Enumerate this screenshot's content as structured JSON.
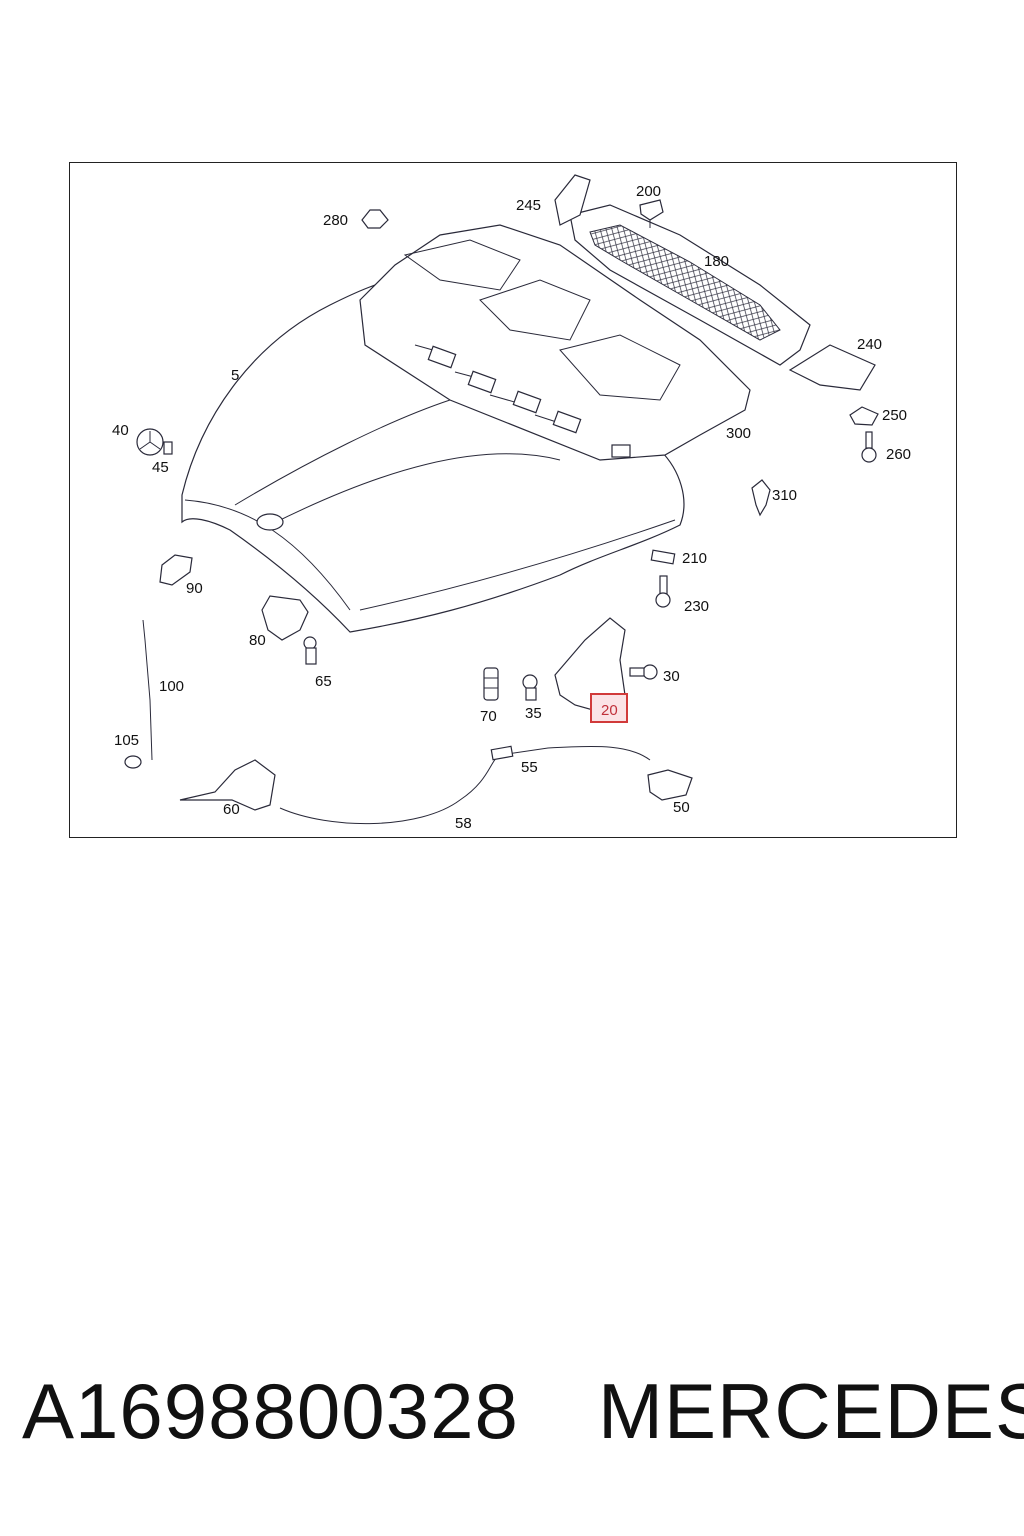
{
  "diagram": {
    "highlighted_callout": "20",
    "callouts": [
      {
        "id": "5",
        "label": "5"
      },
      {
        "id": "20",
        "label": "20"
      },
      {
        "id": "30",
        "label": "30"
      },
      {
        "id": "35",
        "label": "35"
      },
      {
        "id": "40",
        "label": "40"
      },
      {
        "id": "45",
        "label": "45"
      },
      {
        "id": "50",
        "label": "50"
      },
      {
        "id": "55",
        "label": "55"
      },
      {
        "id": "58",
        "label": "58"
      },
      {
        "id": "60",
        "label": "60"
      },
      {
        "id": "65",
        "label": "65"
      },
      {
        "id": "70",
        "label": "70"
      },
      {
        "id": "80",
        "label": "80"
      },
      {
        "id": "90",
        "label": "90"
      },
      {
        "id": "100",
        "label": "100"
      },
      {
        "id": "105",
        "label": "105"
      },
      {
        "id": "180",
        "label": "180"
      },
      {
        "id": "200",
        "label": "200"
      },
      {
        "id": "210",
        "label": "210"
      },
      {
        "id": "230",
        "label": "230"
      },
      {
        "id": "240",
        "label": "240"
      },
      {
        "id": "245",
        "label": "245"
      },
      {
        "id": "250",
        "label": "250"
      },
      {
        "id": "260",
        "label": "260"
      },
      {
        "id": "280",
        "label": "280"
      },
      {
        "id": "300",
        "label": "300"
      },
      {
        "id": "310",
        "label": "310"
      }
    ],
    "highlight_color": "#d13a3a"
  },
  "footer": {
    "part_number": "A1698800328",
    "brand": "MERCEDES"
  }
}
